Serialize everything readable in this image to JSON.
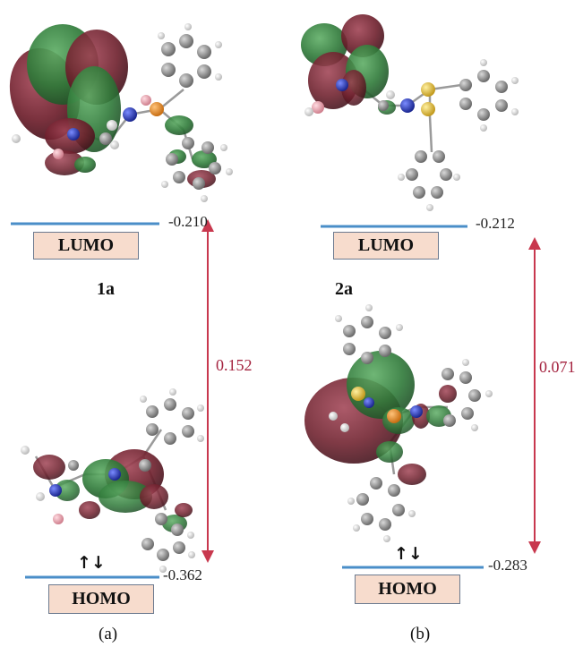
{
  "panel_a": {
    "label": "(a)",
    "molecule": "1a",
    "lumo": {
      "label": "LUMO",
      "energy": "-0.210"
    },
    "homo": {
      "label": "HOMO",
      "energy": "-0.362"
    },
    "gap": "0.152",
    "spin_symbol": "↑↓"
  },
  "panel_b": {
    "label": "(b)",
    "molecule": "2a",
    "lumo": {
      "label": "LUMO",
      "energy": "-0.212"
    },
    "homo": {
      "label": "HOMO",
      "energy": "-0.283"
    },
    "gap": "0.071",
    "spin_symbol": "↑↓"
  },
  "colors": {
    "level_line": "#4a8ec8",
    "gap_arrow": "#c8384e",
    "lobe_positive": "#2f7a39",
    "lobe_negative": "#6e1f2c",
    "carbon": "#8f8f8f",
    "hydrogen": "#eeeeee",
    "nitrogen": "#2c3fc0",
    "phosphorus": "#e08a2a",
    "sulfur": "#d9b43a",
    "boron": "#e8a8b2"
  }
}
